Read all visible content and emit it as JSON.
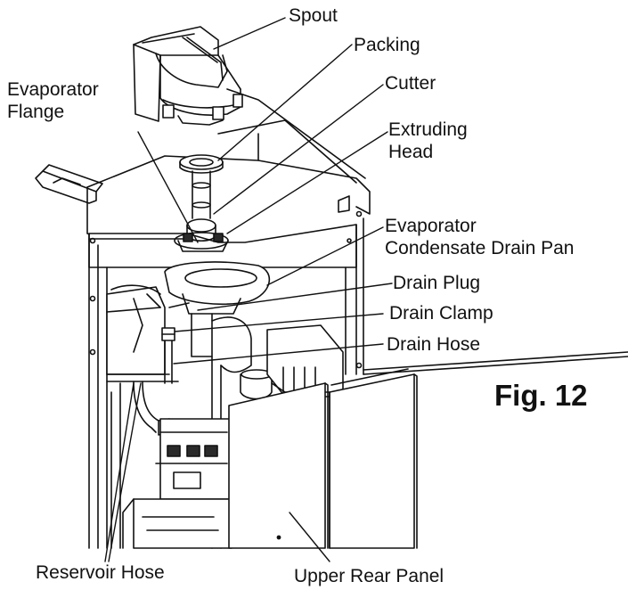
{
  "figure": {
    "label": "Fig. 12"
  },
  "callouts": {
    "spout": "Spout",
    "packing": "Packing",
    "cutter": "Cutter",
    "extruding_head_line1": "Extruding",
    "extruding_head_line2": "Head",
    "evaporator_flange_line1": "Evaporator",
    "evaporator_flange_line2": "Flange",
    "condensate_pan_line1": "Evaporator",
    "condensate_pan_line2": "Condensate Drain Pan",
    "drain_plug": "Drain Plug",
    "drain_clamp": "Drain Clamp",
    "drain_hose": "Drain Hose",
    "reservoir_hose": "Reservoir Hose",
    "upper_rear_panel": "Upper Rear Panel"
  },
  "colors": {
    "line": "#111111",
    "fill": "#ffffff",
    "shade": "#2a2a2a",
    "grey": "#9a9a9a"
  }
}
